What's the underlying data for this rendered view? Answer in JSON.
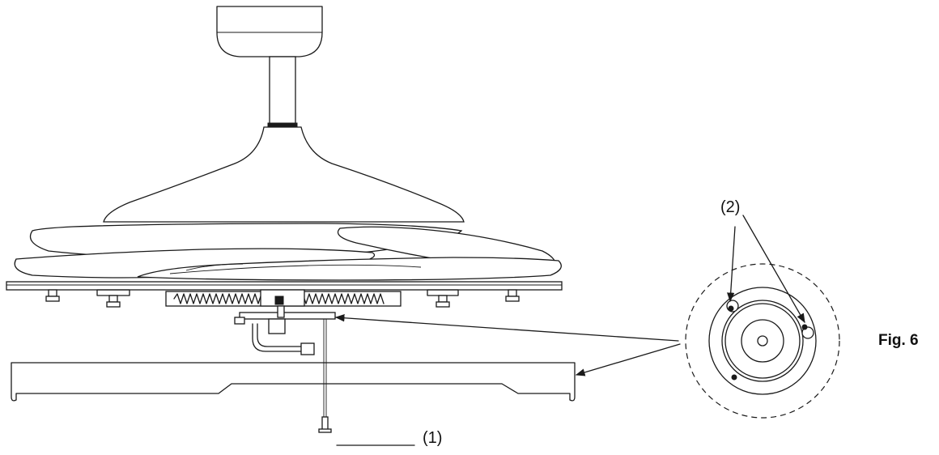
{
  "figure": {
    "label": "Fig. 6"
  },
  "callouts": [
    {
      "id": "1",
      "text": "(1)"
    },
    {
      "id": "2",
      "text": "(2)"
    }
  ],
  "colors": {
    "line": "#1a1a1a",
    "background": "#ffffff"
  }
}
